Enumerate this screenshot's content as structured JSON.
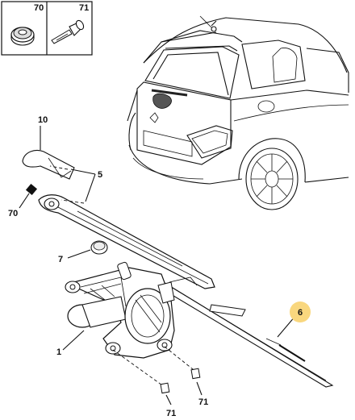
{
  "legend_box": {
    "cells": [
      {
        "label": "70",
        "part": "grommet"
      },
      {
        "label": "71",
        "part": "push-clip"
      }
    ]
  },
  "callouts": {
    "c10": "10",
    "c5": "5",
    "c70": "70",
    "c7": "7",
    "c1": "1",
    "c6": "6",
    "c71a": "71",
    "c71b": "71"
  },
  "colors": {
    "highlight_circle": "#f9d77e",
    "line": "#111111",
    "wiper_dark": "#444444"
  }
}
